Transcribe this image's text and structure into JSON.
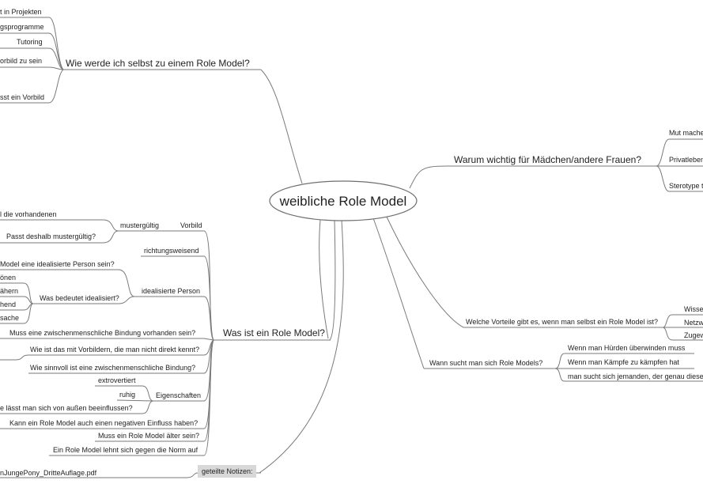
{
  "central": "weibliche Role Model",
  "b1": {
    "label": "Wie werde ich selbst zu einem Role Model?",
    "items": [
      "t in Projekten",
      "gsprogramme",
      "Tutoring",
      "orbild zu sein",
      "sst ein Vorbild"
    ]
  },
  "b2": {
    "label": "Warum wichtig für Mädchen/andere Frauen?",
    "items": [
      "Mut mache",
      "Privatleben",
      "Sterotype t"
    ]
  },
  "b3": {
    "label": "Was ist ein Role Model?",
    "vorbild": "Vorbild",
    "mustergueltig": "mustergültig",
    "vorhandenen": "l die vorhandenen",
    "passt": "Passt deshalb mustergültig?",
    "richtungsweisend": "richtungsweisend",
    "idealisiert": "idealisierte Person",
    "ideal_q": "Model eine idealisierte Person sein?",
    "bedeutet": "Was bedeutet idealisiert?",
    "sub": [
      "önen",
      "ähern",
      "hend",
      "sache"
    ],
    "bindung": "Muss eine zwischenmenschliche Bindung vorhanden sein?",
    "kennt": "Wie ist das mit Vorbildern, die man nicht direkt kennt?",
    "sinnvoll": "Wie sinnvoll ist eine zwischenmenschliche Bindung?",
    "eigenschaften": "Eigenschaften",
    "extro": "extrovertiert",
    "ruhig": "ruhig",
    "beeinflussen": "e lässt man sich von außen beeinflussen?",
    "negativ": "Kann ein Role Model auch einen negativen Einfluss haben?",
    "aelter": "Muss ein Role Model älter sein?",
    "norm": "Ein Role Model lehnt sich gegen die Norm auf"
  },
  "b4": {
    "label": "Welche Vorteile gibt es, wenn man selbst ein Role Model ist?",
    "items": [
      "Wisse",
      "Netzw",
      "Zugew"
    ]
  },
  "b5": {
    "label": "Wann sucht man sich Role Models?",
    "items": [
      "Wenn man Hürden überwinden muss",
      "Wenn man Kämpfe zu kämpfen hat",
      "man sucht sich jemanden, der genau diese"
    ]
  },
  "notes": {
    "label": "geteilte Notizen:",
    "file": "nJungePony_DritteAuflage.pdf"
  }
}
